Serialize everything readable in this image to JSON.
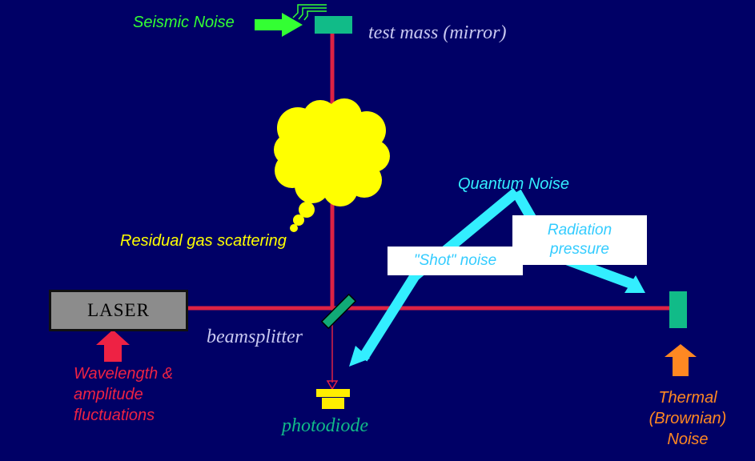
{
  "labels": {
    "seismic_noise": "Seismic Noise",
    "test_mass": "test mass (mirror)",
    "residual_gas": "Residual gas scattering",
    "quantum_noise": "Quantum Noise",
    "radiation_pressure": "Radiation pressure",
    "shot_noise": "\"Shot\" noise",
    "laser": "LASER",
    "beamsplitter": "beamsplitter",
    "photodiode": "photodiode",
    "wavelength": "Wavelength & amplitude fluctuations",
    "thermal": "Thermal (Brownian) Noise"
  },
  "colors": {
    "background": "#000066",
    "beam": "#dd2244",
    "mirror": "#11bb88",
    "seismic": "#33ff33",
    "gas": "#ffff00",
    "quantum": "#33eeff",
    "laser_arrow": "#ee2244",
    "thermal": "#ff8822",
    "photodiode": "#ffee00",
    "text_pale": "#c8c8f0"
  }
}
